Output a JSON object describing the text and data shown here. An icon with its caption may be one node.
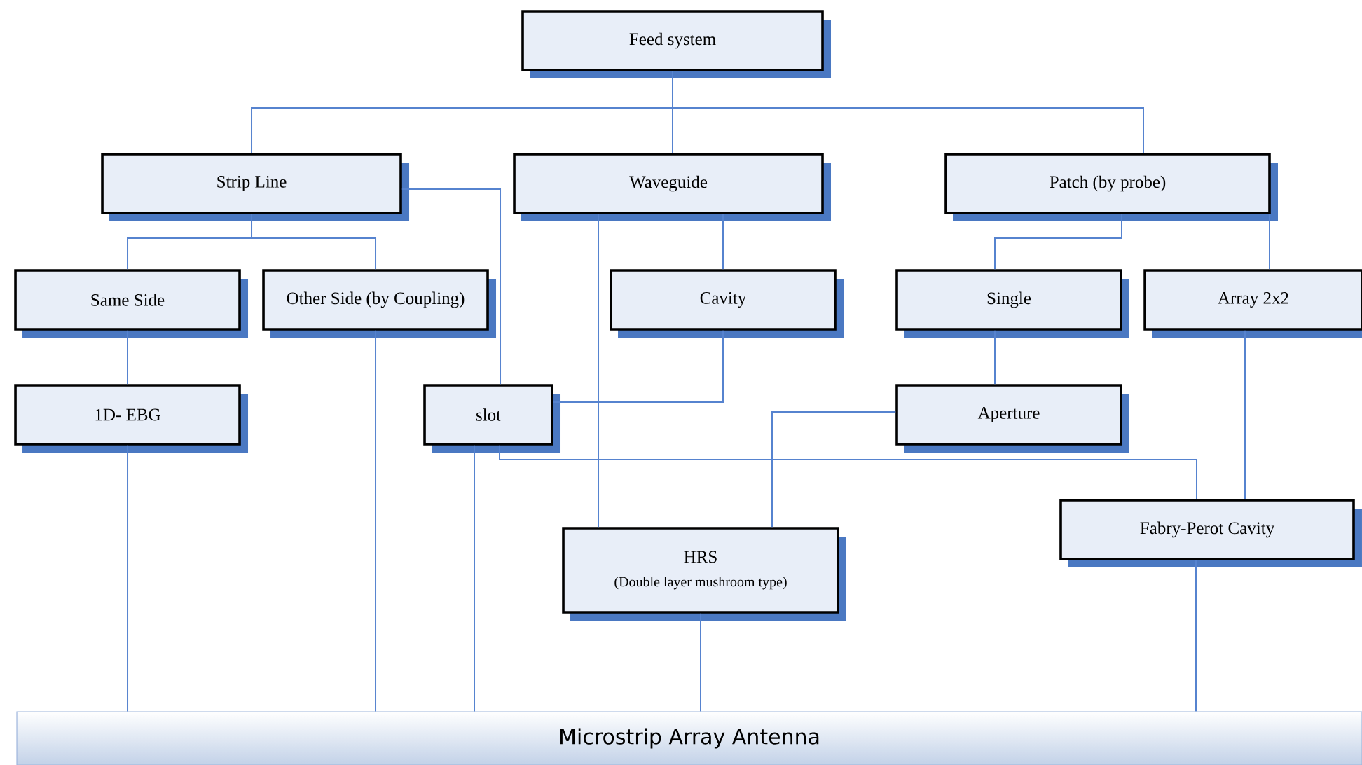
{
  "diagram": {
    "nodes": [
      {
        "text": [
          "Feed system"
        ]
      },
      {
        "text": [
          "Strip Line"
        ]
      },
      {
        "text": [
          "Waveguide"
        ]
      },
      {
        "text": [
          "Patch (by probe)"
        ]
      },
      {
        "text": [
          "Same Side"
        ]
      },
      {
        "text": [
          "Other Side (by Coupling)"
        ]
      },
      {
        "text": [
          "Cavity"
        ]
      },
      {
        "text": [
          "Single"
        ]
      },
      {
        "text": [
          "Array 2x2"
        ]
      },
      {
        "text": [
          "1D- EBG"
        ]
      },
      {
        "text": [
          "slot"
        ]
      },
      {
        "text": [
          "Aperture"
        ]
      },
      {
        "text": [
          "HRS",
          "(Double layer mushroom type)"
        ]
      },
      {
        "text": [
          "Fabry-Perot Cavity"
        ]
      },
      {
        "text": [
          "Microstrip Array Antenna"
        ]
      }
    ],
    "edges": [
      {
        "from": 0,
        "to": 1,
        "arrow": "none"
      },
      {
        "from": 0,
        "to": 2,
        "arrow": "none"
      },
      {
        "from": 0,
        "to": 3,
        "arrow": "none"
      },
      {
        "from": 1,
        "to": 4,
        "arrow": "none"
      },
      {
        "from": 1,
        "to": 5,
        "arrow": "none"
      },
      {
        "from": 1,
        "to": 10,
        "arrow": "none"
      },
      {
        "from": 2,
        "to": 6,
        "arrow": "none"
      },
      {
        "from": 2,
        "to": 12,
        "arrow": "none"
      },
      {
        "from": 3,
        "to": 7,
        "arrow": "none"
      },
      {
        "from": 3,
        "to": 8,
        "arrow": "none"
      },
      {
        "from": 4,
        "to": 9,
        "arrow": "none"
      },
      {
        "from": 6,
        "to": 10,
        "arrow": "none"
      },
      {
        "from": 7,
        "to": 11,
        "arrow": "none"
      },
      {
        "from": 11,
        "to": 12,
        "arrow": "none"
      },
      {
        "from": 10,
        "to": 13,
        "arrow": "none"
      },
      {
        "from": 8,
        "to": 13,
        "arrow": "none"
      },
      {
        "from": 9,
        "to": 14,
        "arrow": "none"
      },
      {
        "from": 5,
        "to": 14,
        "arrow": "none"
      },
      {
        "from": 10,
        "to": 14,
        "arrow": "none"
      },
      {
        "from": 12,
        "to": 14,
        "arrow": "none"
      },
      {
        "from": 13,
        "to": 14,
        "arrow": "none"
      }
    ]
  }
}
